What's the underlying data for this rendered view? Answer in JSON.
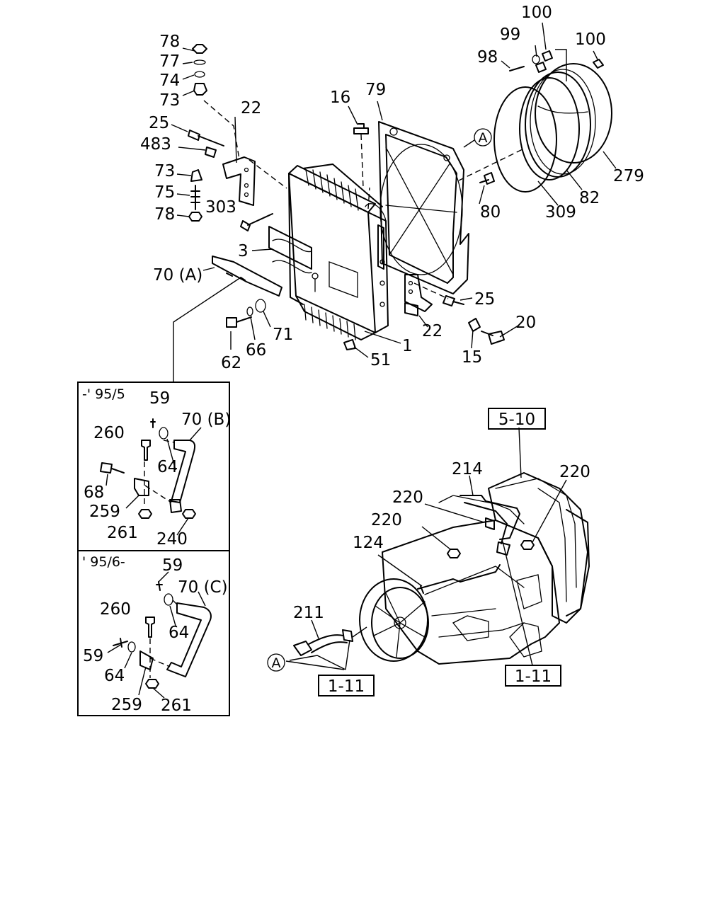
{
  "callouts": {
    "c78a": "78",
    "c77": "77",
    "c74": "74",
    "c73a": "73",
    "c25a": "25",
    "c483": "483",
    "c73b": "73",
    "c75": "75",
    "c78b": "78",
    "c303": "303",
    "c3": "3",
    "c70a": "70 (A)",
    "c62": "62",
    "c66": "66",
    "c71": "71",
    "c51": "51",
    "c1": "1",
    "c22a": "22",
    "c16": "16",
    "c79": "79",
    "c80": "80",
    "c25b": "25",
    "c22b": "22",
    "c20": "20",
    "c15": "15",
    "c98": "98",
    "c99": "99",
    "c100a": "100",
    "c100b": "100",
    "c279": "279",
    "c82": "82",
    "c309": "309",
    "c211": "211",
    "c124": "124",
    "c220a": "220",
    "c220b": "220",
    "c220c": "220",
    "c214": "214"
  },
  "ref_markers": {
    "circle_a1": "A",
    "circle_a2": "A"
  },
  "ref_boxes": {
    "box_510": "5-10",
    "box_111a": "1-11",
    "box_111b": "1-11"
  },
  "inset_early": {
    "title": "-' 95/5",
    "labels": {
      "c59": "59",
      "c260": "260",
      "c64": "64",
      "c70b": "70 (B)",
      "c68": "68",
      "c259": "259",
      "c261": "261",
      "c240": "240"
    }
  },
  "inset_late": {
    "title": "' 95/6-",
    "labels": {
      "c59a": "59",
      "c70c": "70 (C)",
      "c260": "260",
      "c64a": "64",
      "c59b": "59",
      "c64b": "64",
      "c259": "259",
      "c261": "261"
    }
  }
}
